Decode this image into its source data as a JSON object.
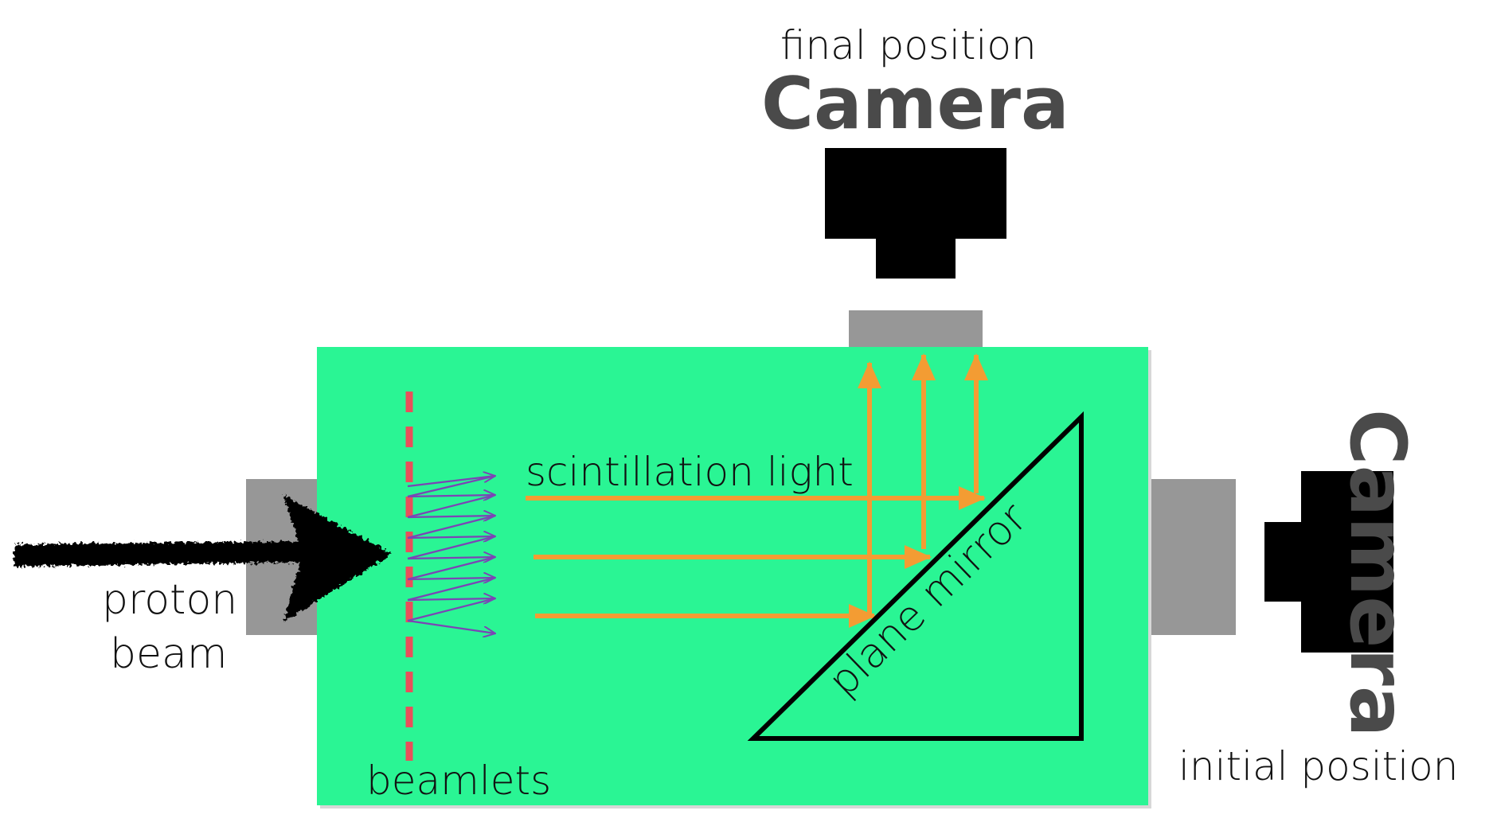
{
  "labels": {
    "top_camera_position": "final position",
    "top_camera_title": "Camera",
    "right_camera_title": "Camera",
    "right_camera_position": "initial position",
    "beam_line1": "proton",
    "beam_line2": "beam",
    "beamlets": "beamlets",
    "scintillation": "scintillation light",
    "mirror": "plane mirror"
  },
  "colors": {
    "tank": "#2af594",
    "flange": "#979797",
    "camera": "#000000",
    "camera_title": "#4a4a4a",
    "light_arrows": "#f39c33",
    "beamlet_dashes": "#e8505b",
    "scintillator": "#1f8ff0",
    "zigzag": "#7b45b5",
    "mirror_outline": "#000000"
  },
  "icons": {
    "beam_arrow": "rough-black-arrow-icon",
    "camera": "camera-silhouette-icon"
  }
}
